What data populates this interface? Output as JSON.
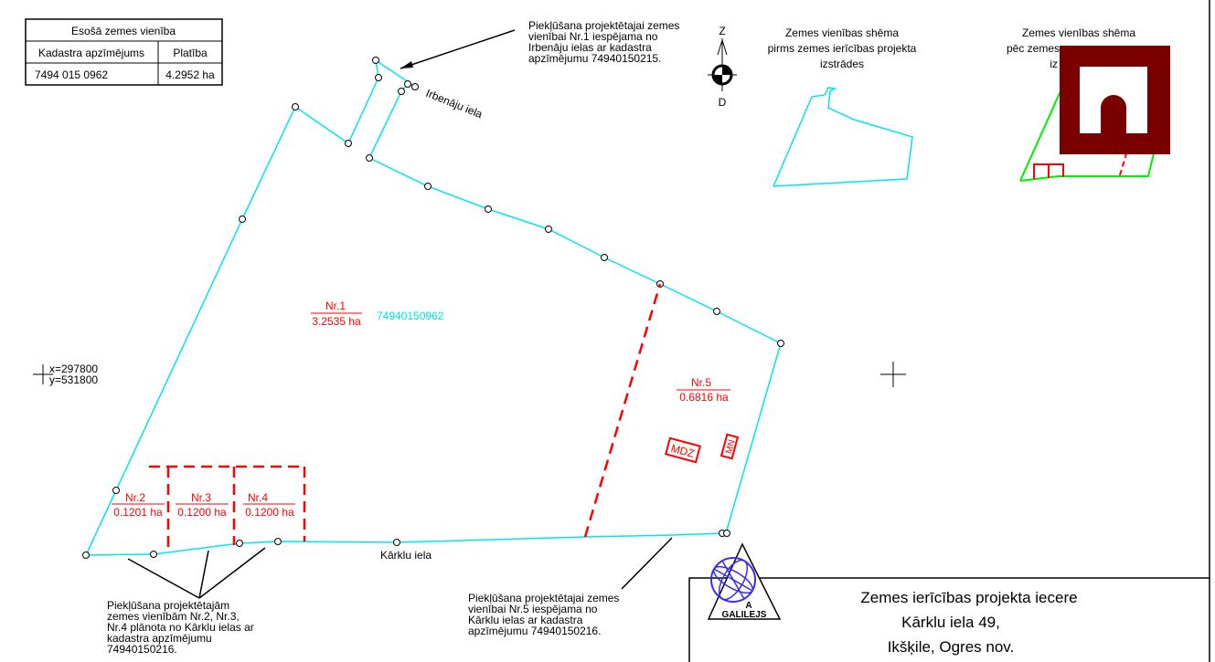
{
  "existing_table": {
    "title": "Esošā zemes vienība",
    "col_cadastre": "Kadastra apzīmējums",
    "col_area": "Platība",
    "cadastre": "7494 015 0962",
    "area": "4.2952 ha"
  },
  "notes": {
    "nr1_l1": "Piekļūšana projektētajai zemes",
    "nr1_l2": "vienībai Nr.1 iespējama no",
    "nr1_l3": "Irbenāju ielas ar kadastra",
    "nr1_l4": "apzīmējumu 74940150215.",
    "nr234_l1": "Piekļūšana projektētajām",
    "nr234_l2": "zemes vienībām Nr.2, Nr.3,",
    "nr234_l3": "Nr.4 plānota no Kārklu ielas ar",
    "nr234_l4": "kadastra apzīmējumu",
    "nr234_l5": "74940150216.",
    "nr5_l1": "Piekļūšana projektētajai zemes",
    "nr5_l2": "vienībai Nr.5 iespējama no",
    "nr5_l3": "Kārklu ielas ar kadastra",
    "nr5_l4": "apzīmējumu 74940150216."
  },
  "compass": {
    "north": "Z",
    "south": "D"
  },
  "schema_before": {
    "l1": "Zemes vienības shēma",
    "l2": "pirms zemes ierīcības projekta",
    "l3": "izstrādes"
  },
  "schema_after": {
    "l1": "Zemes vienības shēma",
    "l2": "pēc zemes",
    "l3": "iz"
  },
  "streets": {
    "irbenaju": "Irbenāju iela",
    "karklu": "Kārklu iela"
  },
  "parcels": [
    {
      "name": "Nr.1",
      "area": "3.2535 ha"
    },
    {
      "name": "Nr.2",
      "area": "0.1201 ha"
    },
    {
      "name": "Nr.3",
      "area": "0.1200 ha"
    },
    {
      "name": "Nr.4",
      "area": "0.1200 ha"
    },
    {
      "name": "Nr.5",
      "area": "0.6816 ha"
    }
  ],
  "parcel_cadastre": "74940150962",
  "buildings": {
    "b1": "MDZ",
    "b2": "MN"
  },
  "coords": {
    "x": "x=297800",
    "y": "y=531800"
  },
  "title_block": {
    "logo_a": "A",
    "logo_name": "GALILEJS",
    "line1": "Zemes ierīcības projekta iecere",
    "line2": "Kārklu iela 49,",
    "line3": "Ikšķile, Ogres nov."
  },
  "colors": {
    "boundary": "#00e5ee",
    "planned": "#ff0000",
    "after_schema": "#00ee00",
    "overlay": "#7a0000",
    "logo": "#3a2cf0"
  }
}
